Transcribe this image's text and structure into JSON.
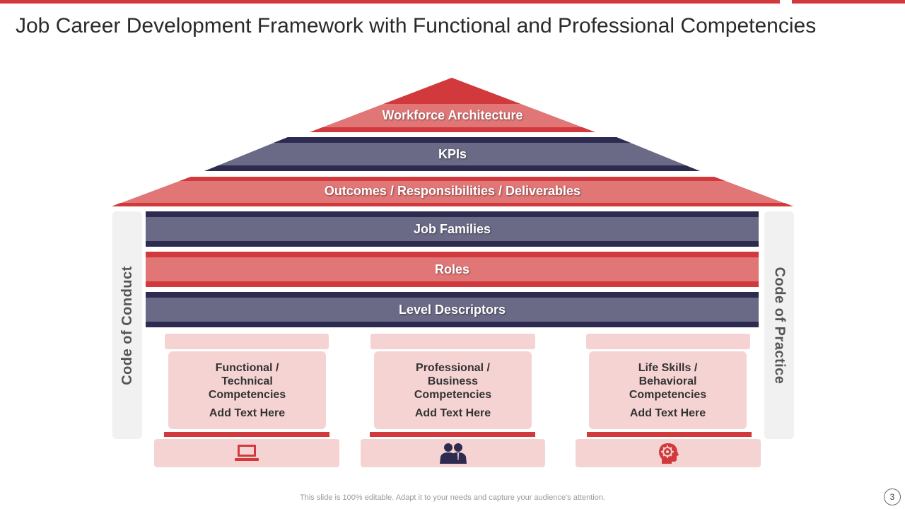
{
  "title": "Job Career Development Framework with Functional and Professional Competencies",
  "roof": {
    "top": "Workforce Architecture",
    "middle": "KPIs",
    "bottom": "Outcomes / Responsibilities / Deliverables"
  },
  "bands": {
    "job_families": "Job Families",
    "roles": "Roles",
    "level_descriptors": "Level Descriptors"
  },
  "side": {
    "left": "Code of Conduct",
    "right": "Code of Practice"
  },
  "pillars": [
    {
      "line1": "Functional /",
      "line2": "Technical",
      "line3": "Competencies",
      "add": "Add Text Here",
      "icon": "laptop-icon"
    },
    {
      "line1": "Professional  /",
      "line2": "Business",
      "line3": "Competencies",
      "add": "Add Text Here",
      "icon": "people-icon"
    },
    {
      "line1": "Life Skills /",
      "line2": "Behavioral",
      "line3": "Competencies",
      "add": "Add Text Here",
      "icon": "head-gear-icon"
    }
  ],
  "colors": {
    "red": "#d2393c",
    "pink": "#e07676",
    "navy": "#2e2b50",
    "slate": "#6b6a86",
    "blush": "#f6d3d3"
  },
  "footer": "This slide is 100% editable. Adapt it to your needs and capture your audience's attention.",
  "page_number": "3"
}
